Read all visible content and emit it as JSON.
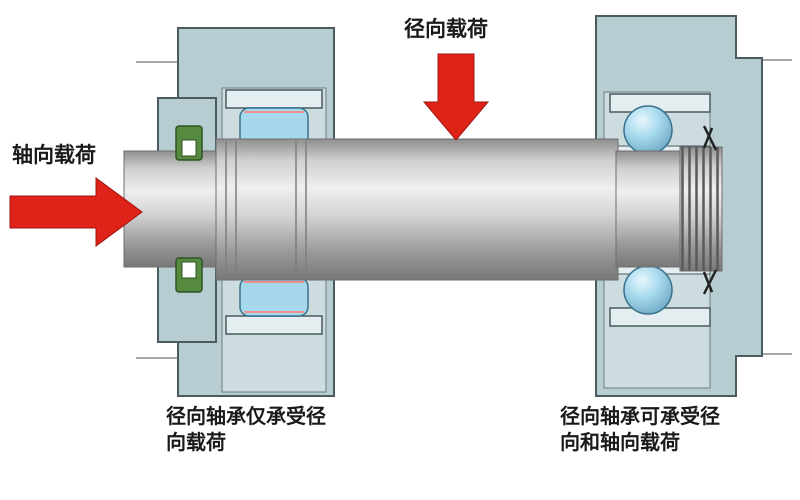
{
  "labels": {
    "axial_load": "轴向载荷",
    "radial_load": "径向载荷",
    "left_caption": "径向轴承仅承受径\n向载荷",
    "right_caption": "径向轴承可承受径\n向和轴向载荷"
  },
  "colors": {
    "arrow_red": "#e02318",
    "housing_fill": "#b7cdd2",
    "housing_stroke": "#4b5c60",
    "bore_fill": "#ccdcdf",
    "ring_fill": "#e4edef",
    "bearing_blue": "#a6d8ec",
    "cage_pink": "#ef8f8f",
    "seal_green": "#558a3f",
    "seal_stroke": "#2e5526",
    "text": "#1a1a1a",
    "background": "#ffffff"
  }
}
